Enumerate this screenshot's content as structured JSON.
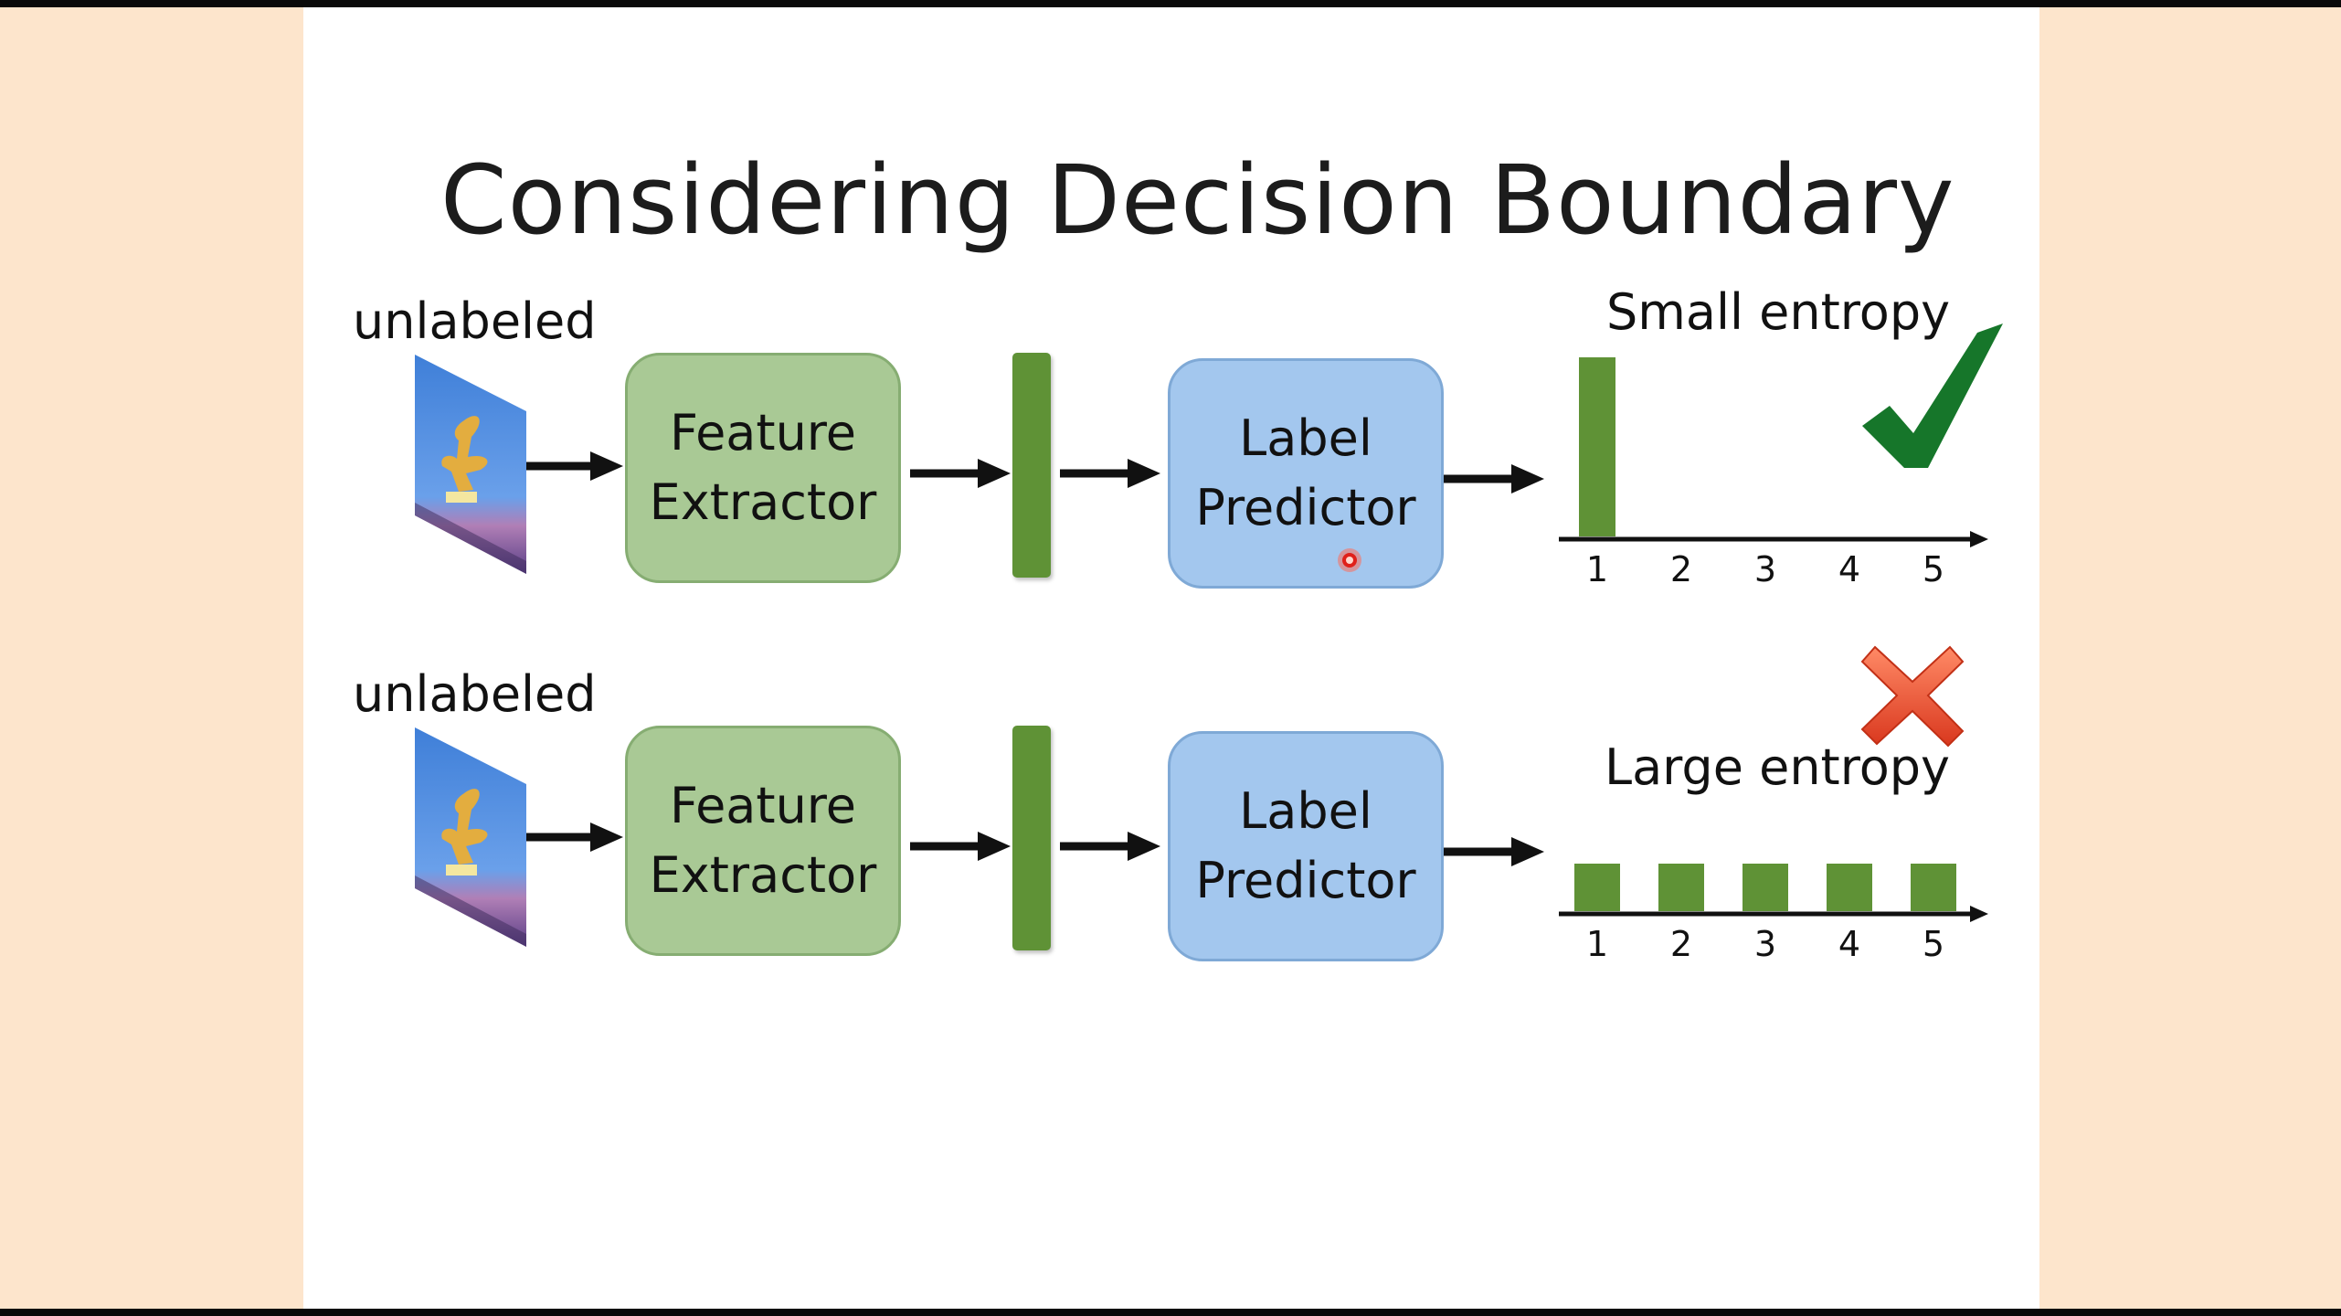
{
  "slide": {
    "title": "Considering Decision Boundary",
    "rows": [
      {
        "input_label": "unlabeled",
        "feature_extractor": [
          "Feature",
          "Extractor"
        ],
        "label_predictor": [
          "Label",
          "Predictor"
        ],
        "entropy_label": "Small entropy",
        "verdict_icon": "check-mark-icon"
      },
      {
        "input_label": "unlabeled",
        "feature_extractor": [
          "Feature",
          "Extractor"
        ],
        "label_predictor": [
          "Label",
          "Predictor"
        ],
        "entropy_label": "Large entropy",
        "verdict_icon": "cross-mark-icon"
      }
    ]
  },
  "chart_data": [
    {
      "type": "bar",
      "categories": [
        "1",
        "2",
        "3",
        "4",
        "5"
      ],
      "values": [
        1.0,
        0,
        0,
        0,
        0
      ],
      "ylim": [
        0,
        1
      ],
      "grid": false,
      "color": "#5f9236"
    },
    {
      "type": "bar",
      "categories": [
        "1",
        "2",
        "3",
        "4",
        "5"
      ],
      "values": [
        0.2,
        0.2,
        0.2,
        0.2,
        0.2
      ],
      "ylim": [
        0,
        1
      ],
      "grid": false,
      "color": "#5f9236"
    }
  ],
  "colors": {
    "feature_extractor_fill": "#a9c995",
    "label_predictor_fill": "#a3c7ee",
    "feature_vector": "#5f9236",
    "check": "#16762a",
    "cross": "#e8573a"
  }
}
